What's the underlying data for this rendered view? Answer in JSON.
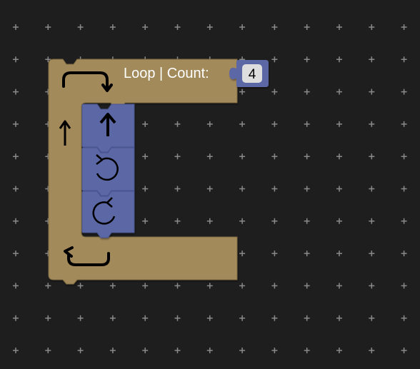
{
  "workspace": {
    "background_color": "#1e1e1e",
    "grid_mark_color": "#8a8a8a"
  },
  "loop_block": {
    "label": "Loop | Count:",
    "color": "#a38a5a",
    "border_color": "#7e6a42",
    "icons": {
      "top": "loop-start-arrow-icon",
      "side": "up-arrow-icon",
      "bottom": "loop-return-arrow-icon"
    },
    "count_input": {
      "value": "4",
      "color": "#5b67a5",
      "field_color": "#dedede"
    }
  },
  "inner_blocks": {
    "color": "#5b67a5",
    "items": [
      {
        "name": "move-forward-block",
        "icon": "up-arrow-icon"
      },
      {
        "name": "turn-left-block",
        "icon": "rotate-counterclockwise-icon"
      },
      {
        "name": "turn-right-block",
        "icon": "rotate-clockwise-icon"
      }
    ]
  }
}
